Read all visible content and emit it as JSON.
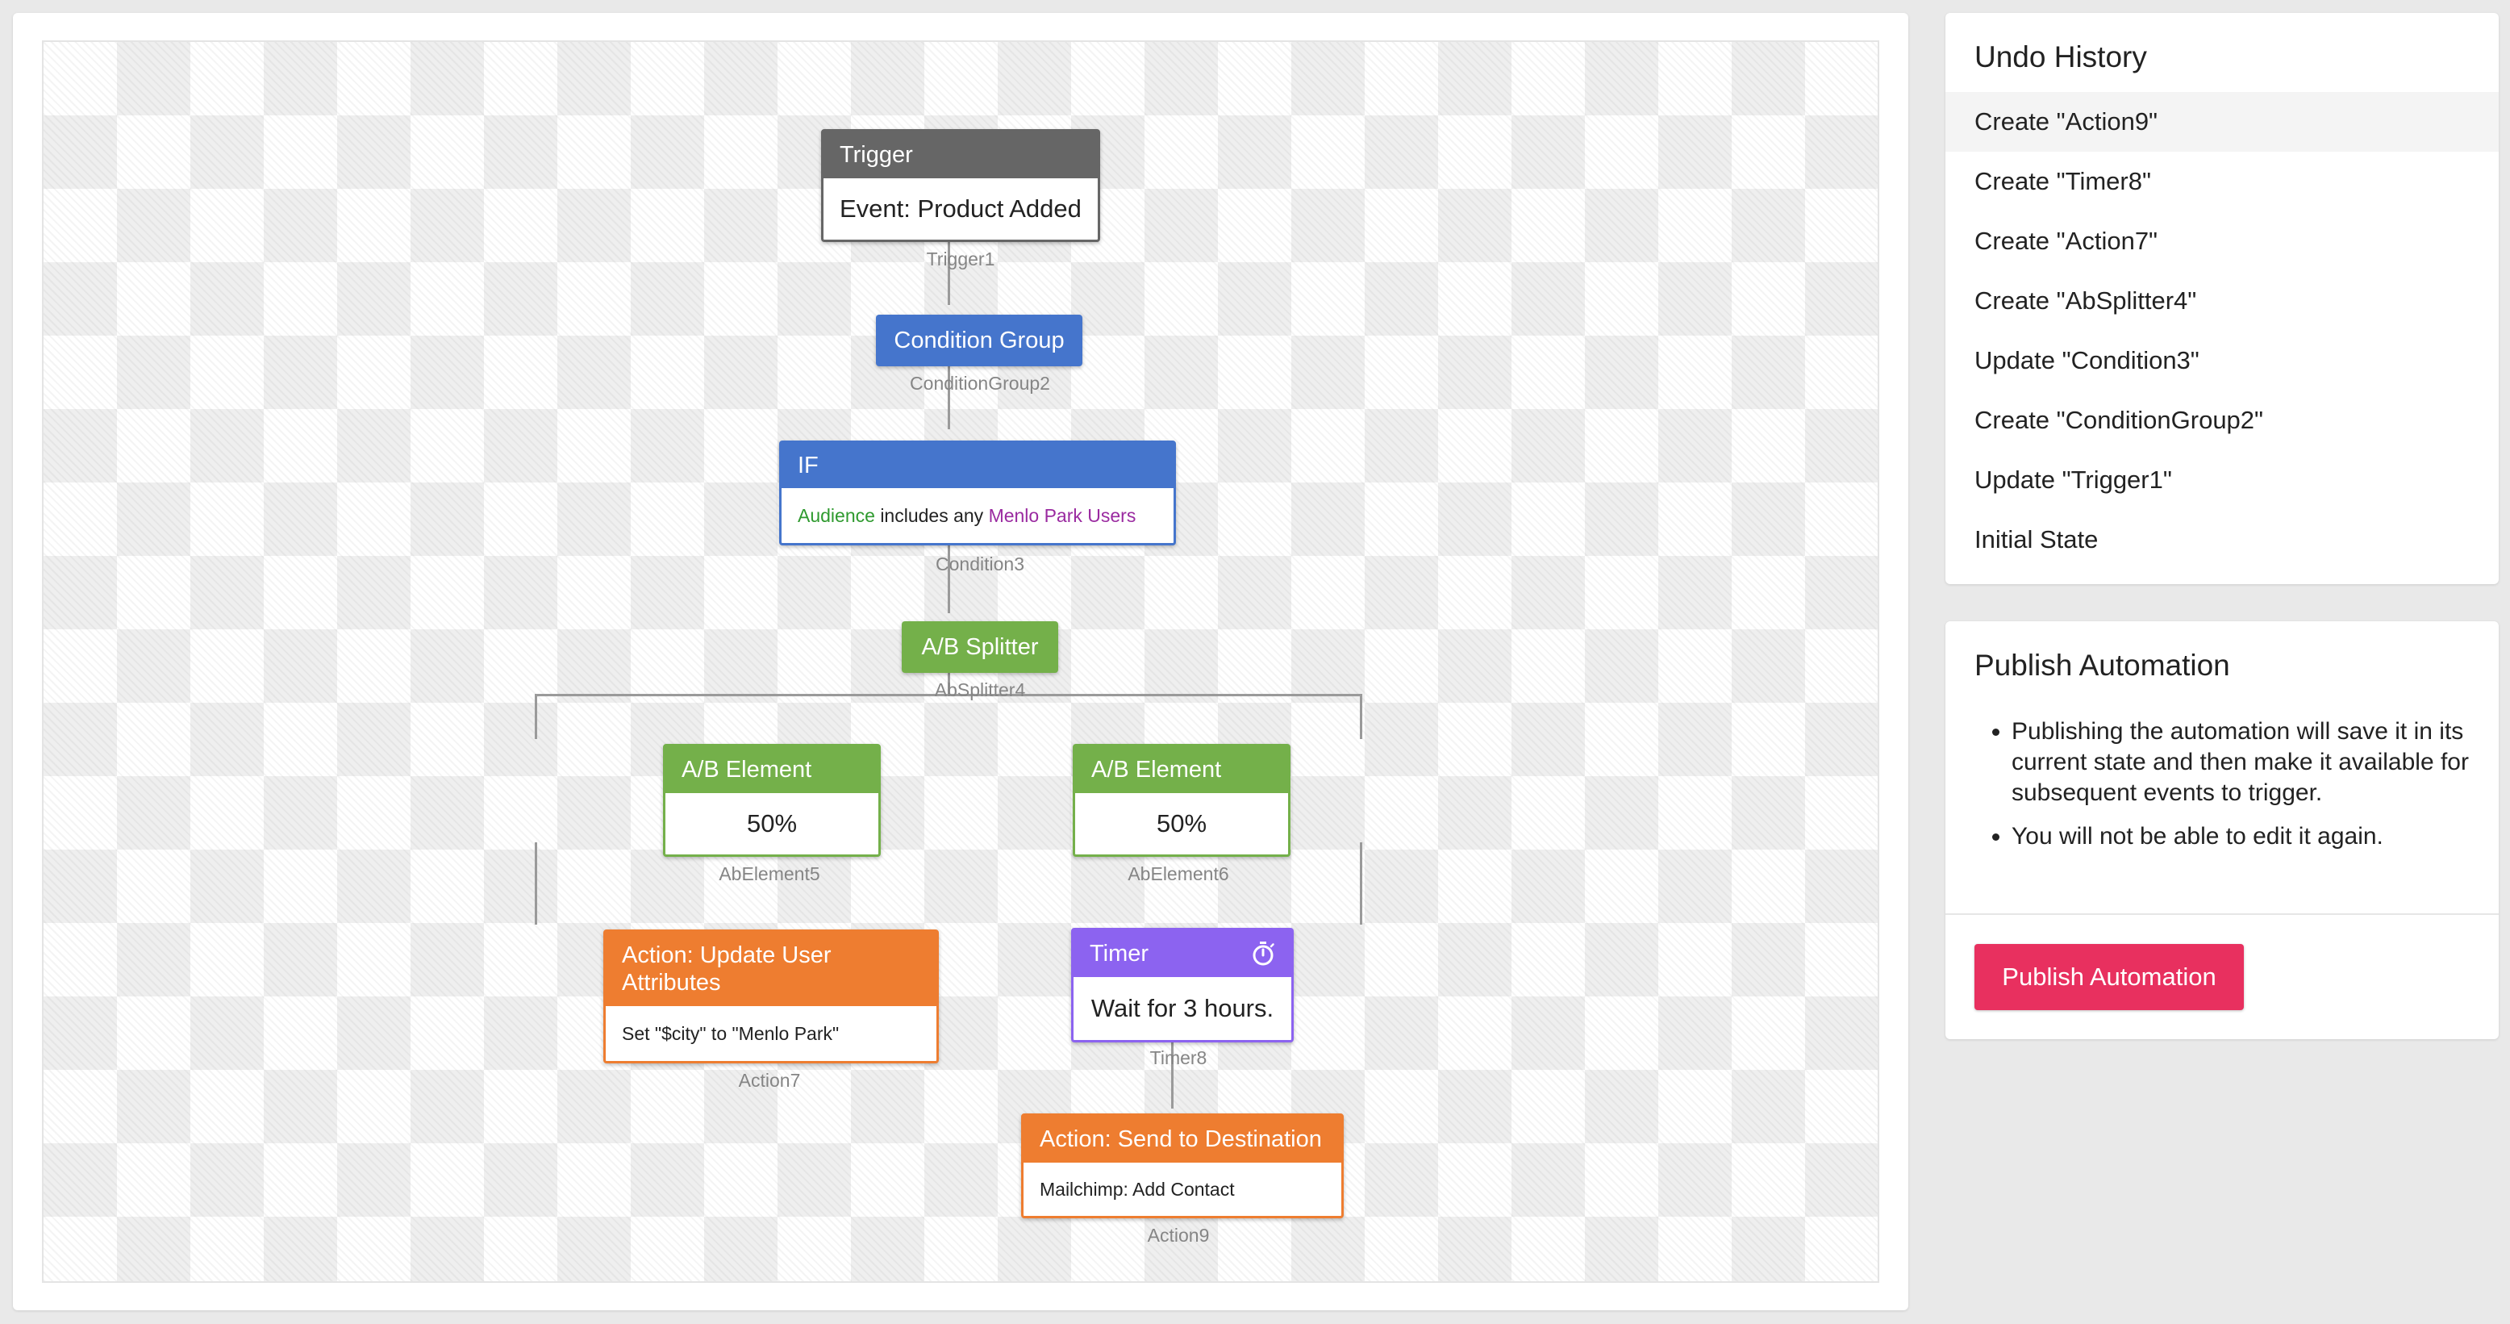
{
  "canvas": {
    "nodes": {
      "trigger": {
        "title": "Trigger",
        "body": "Event: Product Added",
        "id": "Trigger1"
      },
      "condition_group": {
        "label": "Condition Group",
        "id": "ConditionGroup2"
      },
      "condition": {
        "title": "IF",
        "audience_word": "Audience",
        "connector": "includes any",
        "audience_value": "Menlo Park Users",
        "id": "Condition3"
      },
      "ab_splitter": {
        "label": "A/B Splitter",
        "id": "AbSplitter4"
      },
      "ab_element_left": {
        "title": "A/B Element",
        "body": "50%",
        "id": "AbElement5"
      },
      "ab_element_right": {
        "title": "A/B Element",
        "body": "50%",
        "id": "AbElement6"
      },
      "action_update": {
        "title": "Action: Update User Attributes",
        "body": "Set \"$city\" to \"Menlo Park\"",
        "id": "Action7"
      },
      "timer": {
        "title": "Timer",
        "icon": "stopwatch-icon",
        "body": "Wait for 3 hours.",
        "id": "Timer8"
      },
      "action_send": {
        "title": "Action: Send to Destination",
        "body": "Mailchimp: Add Contact",
        "id": "Action9"
      }
    }
  },
  "undo_history": {
    "title": "Undo History",
    "items": [
      {
        "label": "Create \"Action9\"",
        "active": true
      },
      {
        "label": "Create \"Timer8\""
      },
      {
        "label": "Create \"Action7\""
      },
      {
        "label": "Create \"AbSplitter4\""
      },
      {
        "label": "Update \"Condition3\""
      },
      {
        "label": "Create \"ConditionGroup2\""
      },
      {
        "label": "Update \"Trigger1\""
      },
      {
        "label": "Initial State"
      }
    ]
  },
  "publish": {
    "title": "Publish Automation",
    "notes": [
      "Publishing the automation will save it in its current state and then make it available for subsequent events to trigger.",
      "You will not be able to edit it again."
    ],
    "button_label": "Publish Automation"
  },
  "colors": {
    "trigger_header": "#666666",
    "condition_blue": "#4575cc",
    "ab_green": "#74b04a",
    "action_orange": "#ee7d30",
    "timer_purple": "#8c63f0",
    "audience_green": "#2f9a2f",
    "audience_value_purple": "#9a2aa0",
    "publish_pink": "#e8305f"
  }
}
